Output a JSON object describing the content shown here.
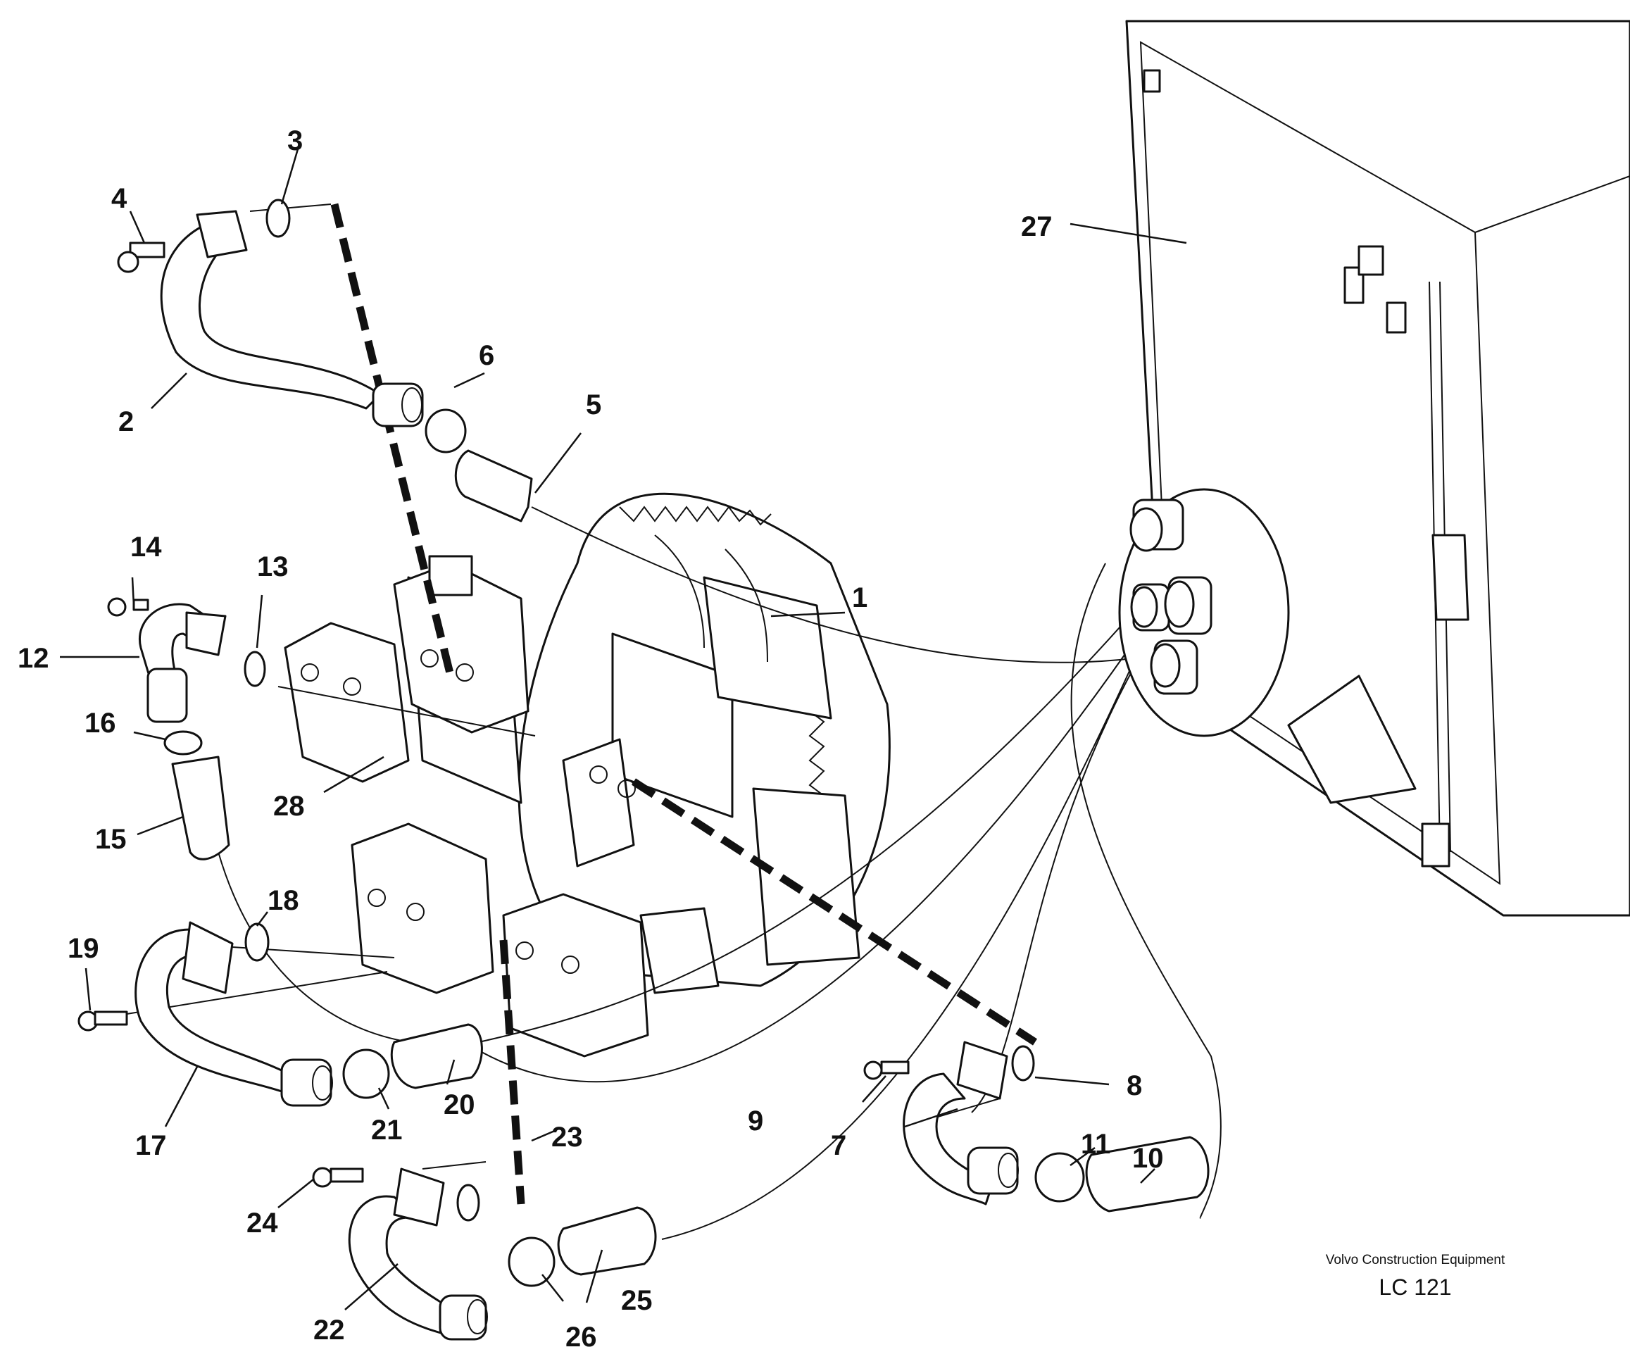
{
  "drawing": {
    "company": "Volvo Construction Equipment",
    "code": "LC 121",
    "colors": {
      "ink": "#111111",
      "paper": "#ffffff"
    }
  },
  "callouts": [
    {
      "id": "1",
      "label": "1"
    },
    {
      "id": "2",
      "label": "2"
    },
    {
      "id": "3",
      "label": "3"
    },
    {
      "id": "4",
      "label": "4"
    },
    {
      "id": "5",
      "label": "5"
    },
    {
      "id": "6",
      "label": "6"
    },
    {
      "id": "7",
      "label": "7"
    },
    {
      "id": "8",
      "label": "8"
    },
    {
      "id": "9",
      "label": "9"
    },
    {
      "id": "10",
      "label": "10"
    },
    {
      "id": "11",
      "label": "11"
    },
    {
      "id": "12",
      "label": "12"
    },
    {
      "id": "13",
      "label": "13"
    },
    {
      "id": "14",
      "label": "14"
    },
    {
      "id": "15",
      "label": "15"
    },
    {
      "id": "16",
      "label": "16"
    },
    {
      "id": "17",
      "label": "17"
    },
    {
      "id": "18",
      "label": "18"
    },
    {
      "id": "19",
      "label": "19"
    },
    {
      "id": "20",
      "label": "20"
    },
    {
      "id": "21",
      "label": "21"
    },
    {
      "id": "22",
      "label": "22"
    },
    {
      "id": "23",
      "label": "23"
    },
    {
      "id": "24",
      "label": "24"
    },
    {
      "id": "25",
      "label": "25"
    },
    {
      "id": "26",
      "label": "26"
    },
    {
      "id": "27",
      "label": "27"
    },
    {
      "id": "28",
      "label": "28"
    }
  ]
}
